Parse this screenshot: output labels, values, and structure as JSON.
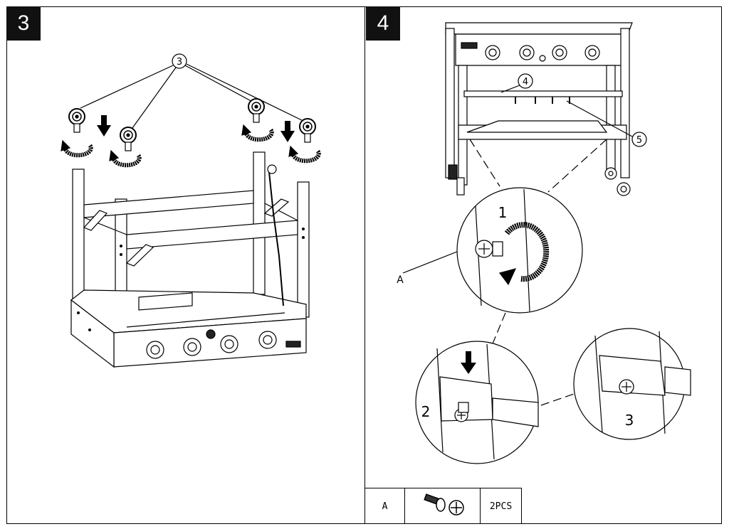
{
  "steps": [
    {
      "number": "3",
      "callouts": [
        "3"
      ]
    },
    {
      "number": "4",
      "callouts": [
        "4",
        "5"
      ],
      "detail_labels": [
        "1",
        "2",
        "3"
      ],
      "pointer_label": "A"
    }
  ],
  "parts_table": {
    "part_letter": "A",
    "quantity": "2PCS",
    "icon": "screw-icon"
  }
}
